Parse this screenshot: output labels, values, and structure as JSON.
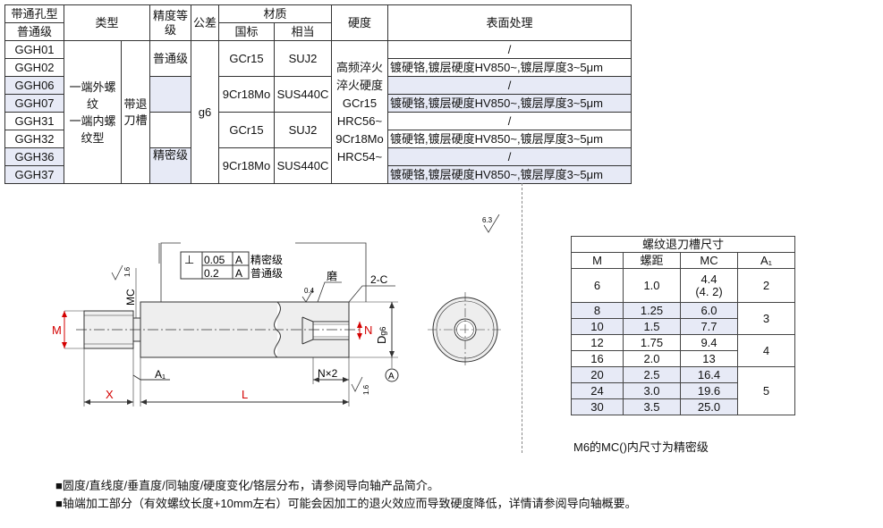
{
  "spec_table": {
    "header": {
      "hole_type": "带通孔型",
      "grade": "普通级",
      "type": "类型",
      "precision": "精度等级",
      "tolerance": "公差",
      "material": "材质",
      "material_std": "国标",
      "material_eq": "相当",
      "hardness": "硬度",
      "surface": "表面处理"
    },
    "codes": [
      "GGH01",
      "GGH02",
      "GGH06",
      "GGH07",
      "GGH31",
      "GGH32",
      "GGH36",
      "GGH37"
    ],
    "type_outer": "一端外螺纹",
    "type_inner": "一端内螺纹型",
    "groove": "带退刀槽",
    "precision_normal": "普通级",
    "precision_fine": "精密级",
    "tolerance_value": "g6",
    "material_a": "GCr15",
    "material_a_eq": "SUJ2",
    "material_b": "9Cr18Mo",
    "material_b_eq": "SUS440C",
    "hardness_lines": [
      "高频淬火",
      "淬火硬度",
      "GCr15",
      "HRC56~",
      "9Cr18Mo",
      "HRC54~"
    ],
    "surface_none": "/",
    "surface_chrome": "镀硬铬,镀层硬度HV850~,镀层厚度3~5μm"
  },
  "drawing": {
    "perp_symbol": "⊥",
    "tol_fine": "0.05",
    "tol_normal": "0.2",
    "datum": "A",
    "label_fine": "精密级",
    "label_normal": "普通级",
    "grind": "磨",
    "chamfer": "2-C",
    "ra_a": "0.4",
    "ra_b": "1.6",
    "ra_c": "1.6",
    "roughness_main": "6.3",
    "label_mc": "MC",
    "label_m": "M",
    "label_n": "N",
    "label_d": "D",
    "label_d_sub": "g6",
    "label_a1": "A₁",
    "label_x": "X",
    "label_l": "L",
    "label_nx2": "N×2",
    "colors": {
      "dim_red": "#d40000",
      "line": "#333333"
    }
  },
  "thread_table": {
    "title": "螺纹退刀槽尺寸",
    "headers": [
      "M",
      "螺距",
      "MC",
      "A₁"
    ],
    "rows": [
      {
        "m": "6",
        "pitch": "1.0",
        "mc": "4.4",
        "mc2": "(4. 2)"
      },
      {
        "m": "8",
        "pitch": "1.25",
        "mc": "6.0"
      },
      {
        "m": "10",
        "pitch": "1.5",
        "mc": "7.7"
      },
      {
        "m": "12",
        "pitch": "1.75",
        "mc": "9.4"
      },
      {
        "m": "16",
        "pitch": "2.0",
        "mc": "13"
      },
      {
        "m": "20",
        "pitch": "2.5",
        "mc": "16.4"
      },
      {
        "m": "24",
        "pitch": "3.0",
        "mc": "19.6"
      },
      {
        "m": "30",
        "pitch": "3.5",
        "mc": "25.0"
      }
    ],
    "a1_values": [
      "2",
      "3",
      "4",
      "5"
    ],
    "note": "M6的MC()内尺寸为精密级"
  },
  "notes": [
    "■圆度/直线度/垂直度/同轴度/硬度变化/铬层分布，请参阅导向轴产品简介。",
    "■轴端加工部分（有效螺纹长度+10mm左右）可能会因加工的退火效应而导致硬度降低，详情请参阅导向轴概要。"
  ]
}
